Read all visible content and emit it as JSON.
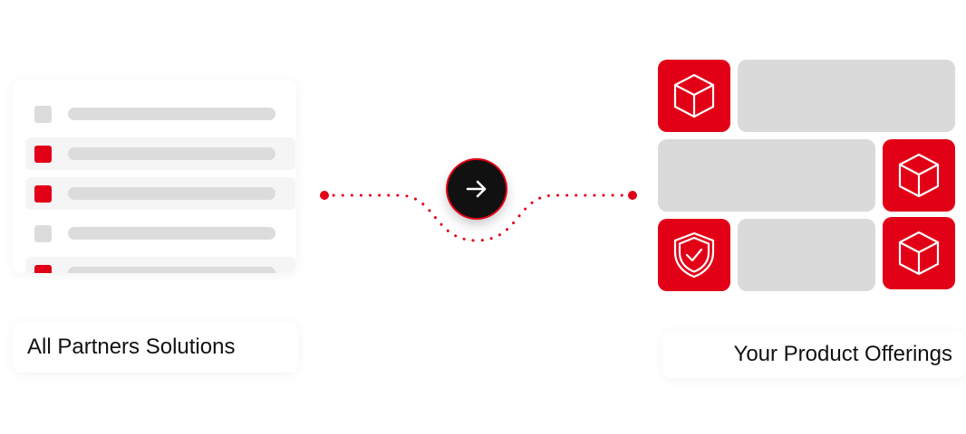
{
  "left": {
    "caption": "All Partners Solutions",
    "rows": [
      {
        "selected": false
      },
      {
        "selected": true
      },
      {
        "selected": true
      },
      {
        "selected": false
      },
      {
        "selected": true
      }
    ]
  },
  "right": {
    "caption": "Your Product Offerings",
    "tiles": [
      {
        "kind": "icon",
        "icon": "cube-icon"
      },
      {
        "kind": "placeholder"
      },
      {
        "kind": "placeholder"
      },
      {
        "kind": "icon",
        "icon": "cube-icon"
      },
      {
        "kind": "icon",
        "icon": "shield-check-icon"
      },
      {
        "kind": "placeholder"
      },
      {
        "kind": "icon",
        "icon": "cube-icon"
      }
    ]
  },
  "connector": {
    "icon": "arrow-right-icon"
  },
  "colors": {
    "accent": "#e20016",
    "placeholder": "#dadada",
    "selected_row": "#f5f5f5",
    "button": "#111111"
  }
}
